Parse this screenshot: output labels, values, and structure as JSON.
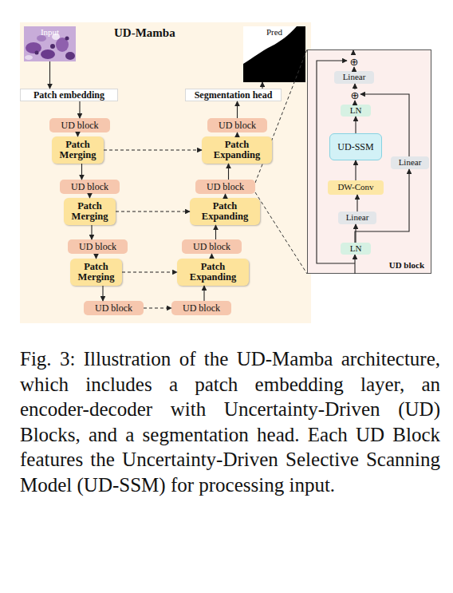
{
  "diagram": {
    "caption": "Fig. 3: Illustration of the UD-Mamba architecture, which includes a patch embedding layer, an encoder-decoder with Uncertainty-Driven (UD) Blocks, and a segmentation head. Each UD Block features the Uncertainty-Driven Selective Scanning Model (UD-SSM) for processing input.",
    "nodes": [
      {
        "text": [
          "UD-Mamba"
        ]
      },
      {
        "text": [
          "Input"
        ],
        "in": 0
      },
      {
        "text": [
          "Patch embedding"
        ],
        "in": 0
      },
      {
        "text": [
          "UD block"
        ],
        "in": 0
      },
      {
        "text": [
          "Patch Merging"
        ],
        "in": 0
      },
      {
        "text": [
          "UD block"
        ],
        "in": 0
      },
      {
        "text": [
          "Patch Merging"
        ],
        "in": 0
      },
      {
        "text": [
          "UD block"
        ],
        "in": 0
      },
      {
        "text": [
          "Patch Merging"
        ],
        "in": 0
      },
      {
        "text": [
          "UD block"
        ],
        "in": 0
      },
      {
        "text": [
          "UD block"
        ],
        "in": 0
      },
      {
        "text": [
          "Patch Expanding"
        ],
        "in": 0
      },
      {
        "text": [
          "UD block"
        ],
        "in": 0
      },
      {
        "text": [
          "Patch Expanding"
        ],
        "in": 0
      },
      {
        "text": [
          "UD block"
        ],
        "in": 0
      },
      {
        "text": [
          "Patch Expanding"
        ],
        "in": 0
      },
      {
        "text": [
          "UD block"
        ],
        "in": 0
      },
      {
        "text": [
          "Segmentation head"
        ],
        "in": 0
      },
      {
        "text": [
          "Pred"
        ],
        "in": 0
      },
      {
        "text": [
          "UD block"
        ]
      },
      {
        "text": [
          "LN"
        ],
        "in": 19
      },
      {
        "text": [
          "Linear"
        ],
        "in": 19
      },
      {
        "text": [
          "DW-Conv"
        ],
        "in": 19
      },
      {
        "text": [
          "UD-SSM"
        ],
        "in": 19
      },
      {
        "text": [
          "LN"
        ],
        "in": 19
      },
      {
        "text": [
          "⊕"
        ],
        "in": 19
      },
      {
        "text": [
          "Linear"
        ],
        "in": 19
      },
      {
        "text": [
          "⊕"
        ],
        "in": 19
      },
      {
        "text": [
          "Linear"
        ],
        "in": 19
      }
    ],
    "edges": [
      {
        "from": 1,
        "to": 2,
        "arrow": "to"
      },
      {
        "from": 2,
        "to": 3,
        "arrow": "to"
      },
      {
        "from": 3,
        "to": 4,
        "arrow": "to"
      },
      {
        "from": 4,
        "to": 5,
        "arrow": "to"
      },
      {
        "from": 5,
        "to": 6,
        "arrow": "to"
      },
      {
        "from": 6,
        "to": 7,
        "arrow": "to"
      },
      {
        "from": 7,
        "to": 8,
        "arrow": "to"
      },
      {
        "from": 8,
        "to": 9,
        "arrow": "to"
      },
      {
        "from": 9,
        "to": 10,
        "arrow": "to"
      },
      {
        "from": 10,
        "to": 11,
        "arrow": "to"
      },
      {
        "from": 11,
        "to": 12,
        "arrow": "to"
      },
      {
        "from": 12,
        "to": 13,
        "arrow": "to"
      },
      {
        "from": 13,
        "to": 14,
        "arrow": "to"
      },
      {
        "from": 14,
        "to": 15,
        "arrow": "to"
      },
      {
        "from": 15,
        "to": 16,
        "arrow": "to"
      },
      {
        "from": 16,
        "to": 17,
        "arrow": "to"
      },
      {
        "from": 17,
        "to": 18,
        "arrow": "to"
      },
      {
        "from": 4,
        "to": 15,
        "arrow": "to"
      },
      {
        "from": 6,
        "to": 13,
        "arrow": "to"
      },
      {
        "from": 8,
        "to": 11,
        "arrow": "to"
      },
      {
        "from": 20,
        "to": 21,
        "arrow": "to"
      },
      {
        "from": 21,
        "to": 22,
        "arrow": "to"
      },
      {
        "from": 22,
        "to": 23,
        "arrow": "to"
      },
      {
        "from": 23,
        "to": 24,
        "arrow": "to"
      },
      {
        "from": 24,
        "to": 25,
        "arrow": "to"
      },
      {
        "from": 25,
        "to": 26,
        "arrow": "to"
      },
      {
        "from": 26,
        "to": 27,
        "arrow": "to"
      },
      {
        "from": 20,
        "to": 28,
        "arrow": "to"
      },
      {
        "from": 28,
        "to": 25,
        "arrow": "to"
      }
    ]
  }
}
